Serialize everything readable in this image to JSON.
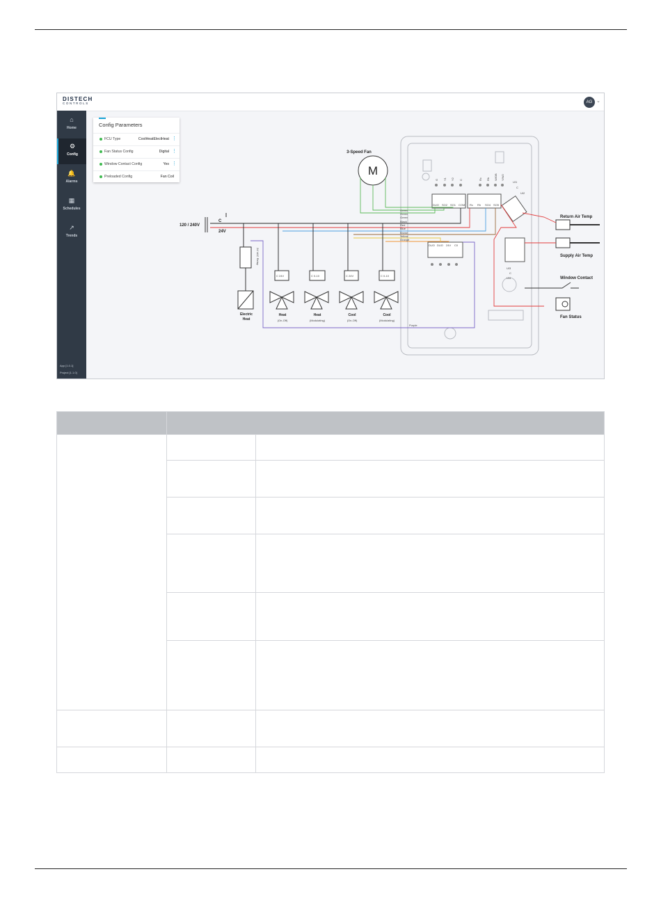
{
  "app": {
    "brand_line1": "DISTECH",
    "brand_line2": "CONTROLS",
    "avatar_initials": "AG",
    "version_app": "App [1.0.1]",
    "version_project": "Project [1.1.0]"
  },
  "sidebar": {
    "items": [
      {
        "label": "Home",
        "icon": "home-icon",
        "glyph": "⌂"
      },
      {
        "label": "Config",
        "icon": "gear-icon",
        "glyph": "⚙"
      },
      {
        "label": "Alarms",
        "icon": "bell-icon",
        "glyph": "🔔"
      },
      {
        "label": "Schedules",
        "icon": "calendar-icon",
        "glyph": "▦"
      },
      {
        "label": "Trends",
        "icon": "trend-icon",
        "glyph": "↗"
      }
    ],
    "active": "Config"
  },
  "config_panel": {
    "title": "Config Parameters",
    "rows": [
      {
        "key": "FCU Type",
        "value": "CoolHeatElectHeat"
      },
      {
        "key": "Fan Status Config",
        "value": "Digital"
      },
      {
        "key": "Window Contact Config",
        "value": "Yes"
      },
      {
        "key": "Preloaded Config",
        "value": "Fan Coil"
      }
    ]
  },
  "diagram": {
    "fan_title": "3-Speed Fan",
    "fan_symbol": "M",
    "supply_voltage": "120 / 240V",
    "transformer_c": "C",
    "transformer_24v": "24V",
    "wire_colors": [
      "Green",
      "Green",
      "Green",
      "Black",
      "Red",
      "Blue",
      "Brown",
      "Yellow",
      "Orange"
    ],
    "purple_label": "Purple",
    "relay_text": "24 VAC Relay",
    "electric_heat": [
      "Electric",
      "Heat"
    ],
    "valves": [
      {
        "top": "C 24V",
        "name": "Heat",
        "sub": "(On-Off)"
      },
      {
        "top": "C 0-10",
        "name": "Heat",
        "sub": "(Modulating)"
      },
      {
        "top": "C 24V",
        "name": "Cool",
        "sub": "(On-Off)"
      },
      {
        "top": "C 0-10",
        "name": "Cool",
        "sub": "(Modulating)"
      }
    ],
    "terminals_top_left": [
      "DUO",
      "SO2",
      "SO1",
      "COM"
    ],
    "terminals_top_right": [
      "Rc",
      "Rh",
      "SO4",
      "SO5"
    ],
    "terminals_bottom": [
      "DUO",
      "DUO",
      "24V",
      "C0"
    ],
    "upper_io_labels": [
      "G",
      "Y1",
      "Y2",
      "C",
      "Rc",
      "Rh",
      "W/OB",
      "Y/W2"
    ],
    "ui_labels": [
      "UI1",
      "C",
      "UI2"
    ],
    "ui_labels_lower": [
      "UI3",
      "C",
      "UI4"
    ],
    "sensors": {
      "return": "Return Air Temp",
      "supply": "Supply Air Temp",
      "window": "Window Contact",
      "fan_status": "Fan Status"
    },
    "colors": {
      "green": "#5dba5a",
      "black": "#222222",
      "red": "#e23c3c",
      "blue": "#4a9fe0",
      "brown": "#9a6b3d",
      "yellow": "#e8c840",
      "orange": "#f0963a",
      "purple": "#7b68c8"
    }
  },
  "table": {
    "header": [
      "",
      ""
    ],
    "rows": [
      {
        "group_rowspan": 6,
        "cells": [
          "",
          "",
          ""
        ]
      },
      {
        "cells": [
          "",
          ""
        ]
      },
      {
        "cells": [
          "",
          ""
        ]
      },
      {
        "cells": [
          "",
          ""
        ]
      },
      {
        "cells": [
          "",
          ""
        ]
      },
      {
        "cells": [
          "",
          ""
        ]
      },
      {
        "cells": [
          "",
          "",
          ""
        ]
      },
      {
        "cells": [
          "",
          "",
          ""
        ]
      }
    ]
  }
}
